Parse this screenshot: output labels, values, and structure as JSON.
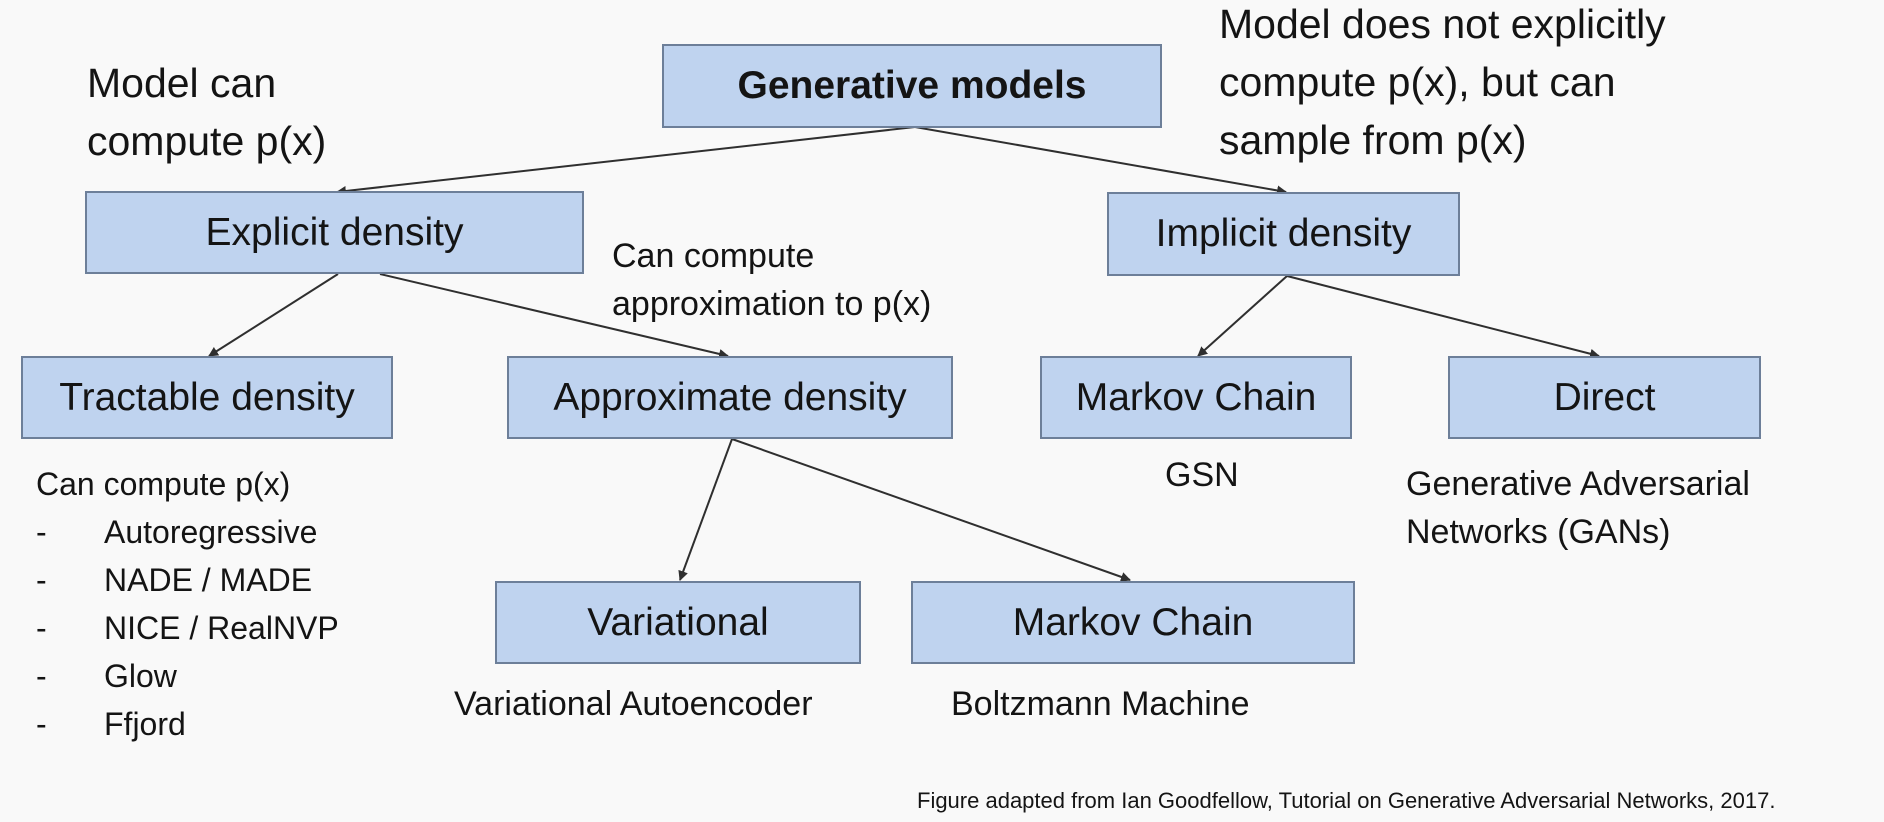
{
  "nodes": {
    "root": "Generative models",
    "explicit": "Explicit density",
    "implicit": "Implicit density",
    "tractable": "Tractable density",
    "approximate": "Approximate density",
    "markov_implicit": "Markov Chain",
    "direct": "Direct",
    "variational": "Variational",
    "markov_approx": "Markov Chain"
  },
  "annotations": {
    "explicit_note": [
      "Model can",
      "compute p(x)"
    ],
    "implicit_note": [
      "Model does not explicitly",
      "compute p(x), but can",
      "sample from p(x)"
    ],
    "approx_note": [
      "Can compute",
      "approximation to p(x)"
    ],
    "tractable_note_title": "Can compute p(x)",
    "tractable_bullet": "-",
    "tractable_examples": [
      "Autoregressive",
      "NADE / MADE",
      "NICE / RealNVP",
      "Glow",
      "Ffjord"
    ],
    "gsn": "GSN",
    "gans": [
      "Generative Adversarial",
      "Networks (GANs)"
    ],
    "vae": "Variational Autoencoder",
    "boltzmann": "Boltzmann Machine"
  },
  "caption": "Figure adapted from Ian Goodfellow, Tutorial on Generative Adversarial Networks, 2017."
}
